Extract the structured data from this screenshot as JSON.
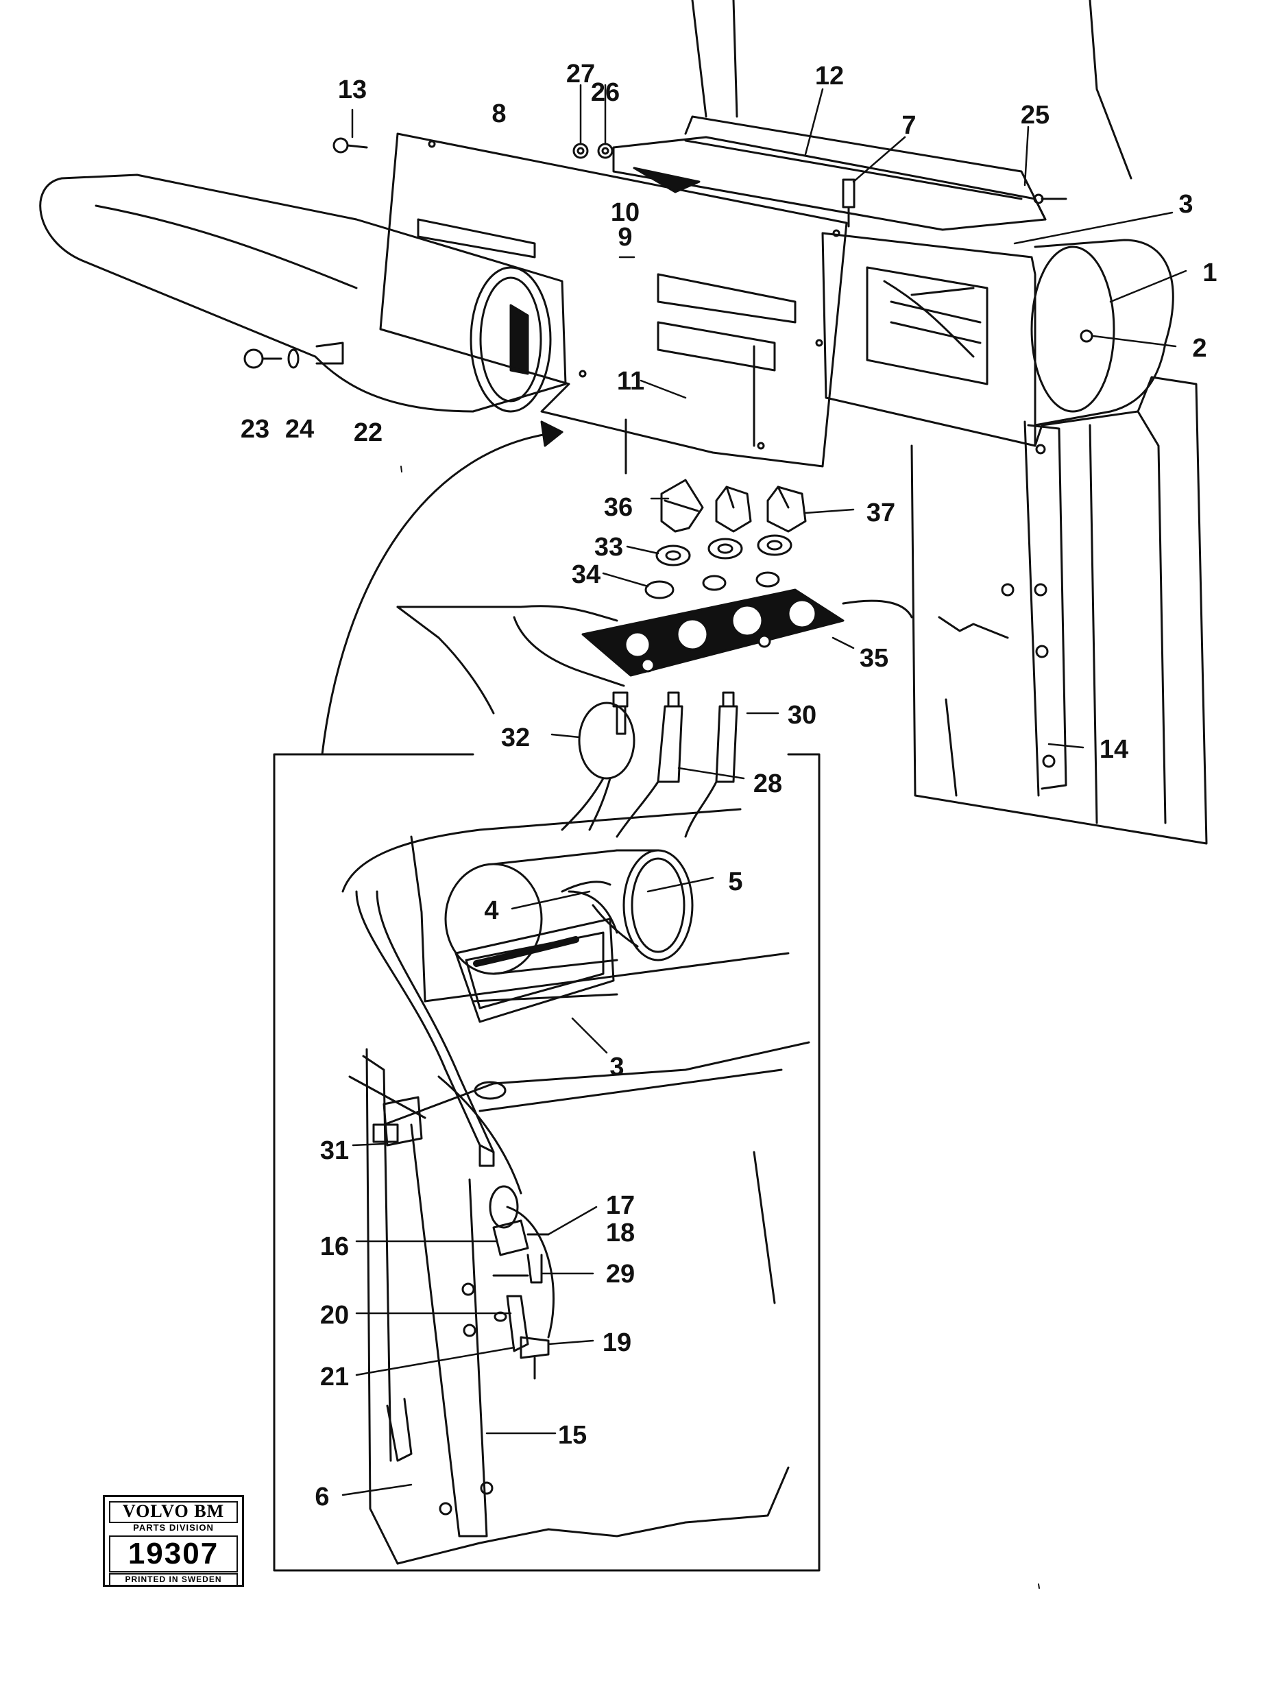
{
  "callouts": {
    "n1": "1",
    "n2": "2",
    "n3": "3",
    "n3b": "3",
    "n4": "4",
    "n5": "5",
    "n6": "6",
    "n7": "7",
    "n8": "8",
    "n9": "9",
    "n10": "10",
    "n11": "11",
    "n12": "12",
    "n13": "13",
    "n14": "14",
    "n15": "15",
    "n16": "16",
    "n17": "17",
    "n18": "18",
    "n19": "19",
    "n20": "20",
    "n21": "21",
    "n22": "22",
    "n23": "23",
    "n24": "24",
    "n25": "25",
    "n26": "26",
    "n27": "27",
    "n28": "28",
    "n29": "29",
    "n30": "30",
    "n31": "31",
    "n32": "32",
    "n33": "33",
    "n34": "34",
    "n35": "35",
    "n36": "36",
    "n37": "37"
  },
  "stamp": {
    "brand": "VOLVO BM",
    "division": "PARTS DIVISION",
    "number": "19307",
    "printed": "PRINTED IN SWEDEN"
  }
}
